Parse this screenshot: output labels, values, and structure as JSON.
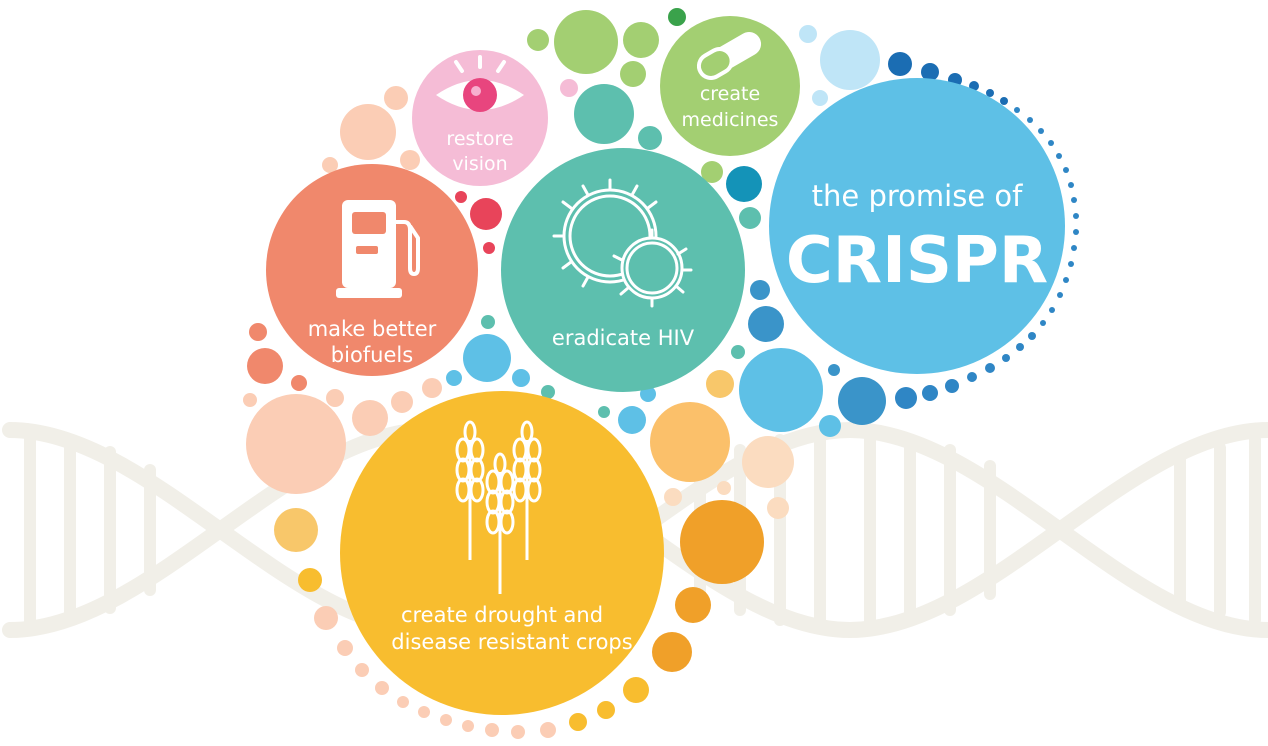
{
  "colors": {
    "helix": "#f1efe8",
    "orange": "#f0886c",
    "peach": "#fbcdb5",
    "pink": "#f5bcd6",
    "red": "#e8445a",
    "green": "#a3cf72",
    "teal": "#5dbfae",
    "sky": "#5ec0e6",
    "blue": "#3a94c9",
    "yellow": "#f8bd2f",
    "amber": "#f0a029"
  },
  "bubbles": {
    "vision": {
      "line1": "restore",
      "line2": "vision",
      "icon": "eye-icon"
    },
    "medicines": {
      "line1": "create",
      "line2": "medicines",
      "icon": "capsule-icon"
    },
    "biofuels": {
      "line1": "make better",
      "line2": "biofuels",
      "icon": "fuel-pump-icon"
    },
    "hiv": {
      "label": "eradicate HIV",
      "icon": "virus-icon"
    },
    "crops": {
      "line1": "create drought and",
      "line2": "disease resistant crops",
      "icon": "wheat-icon"
    },
    "crispr": {
      "subtitle": "the promise of",
      "title": "CRISPR"
    }
  }
}
